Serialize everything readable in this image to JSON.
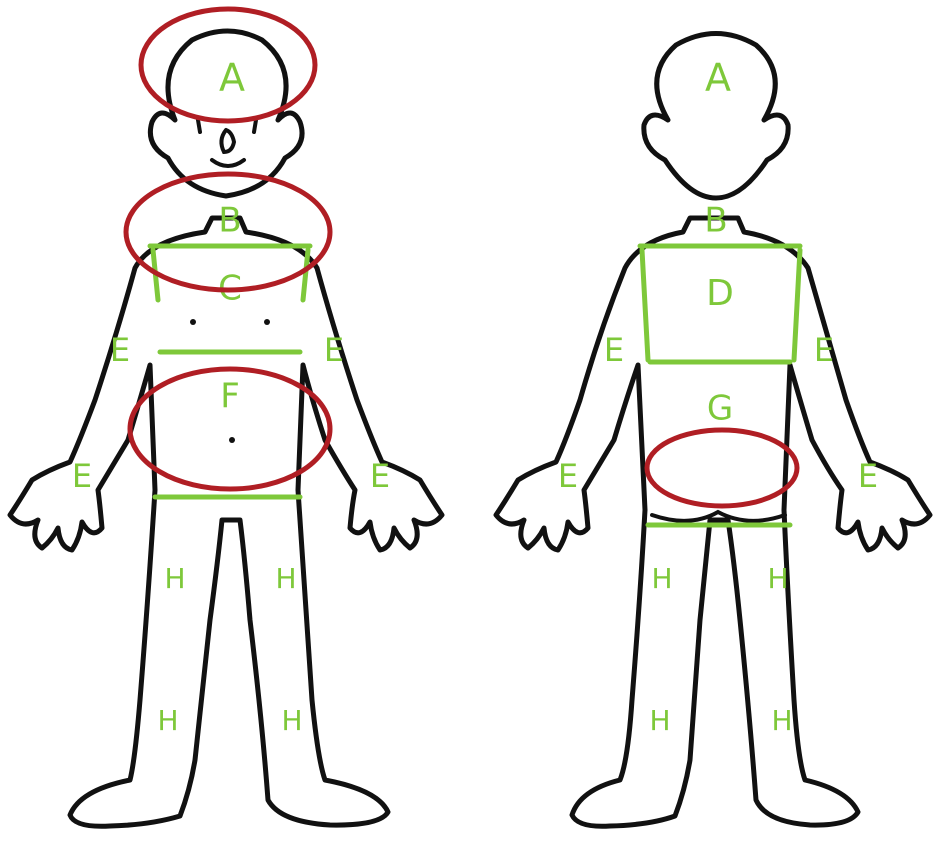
{
  "colors": {
    "zone_letter": "#7ec83a",
    "outline": "#111111",
    "highlight_ring": "#b01e24",
    "background": "#ffffff"
  },
  "front_figure": {
    "zones": {
      "head": "A",
      "neck": "B",
      "chest": "C",
      "arm_upper_left": "E",
      "arm_upper_right": "E",
      "abdomen": "F",
      "hand_left": "E",
      "hand_right": "E",
      "thigh_left": "H",
      "thigh_right": "H",
      "shin_left": "H",
      "shin_right": "H"
    },
    "highlighted": [
      "head",
      "neck",
      "abdomen"
    ]
  },
  "back_figure": {
    "zones": {
      "head": "A",
      "neck": "B",
      "upper_back": "D",
      "arm_upper_left": "E",
      "arm_upper_right": "E",
      "lower_back": "G",
      "hand_left": "E",
      "hand_right": "E",
      "thigh_left": "H",
      "thigh_right": "H",
      "shin_left": "H",
      "shin_right": "H"
    },
    "highlighted": [
      "buttocks"
    ]
  }
}
